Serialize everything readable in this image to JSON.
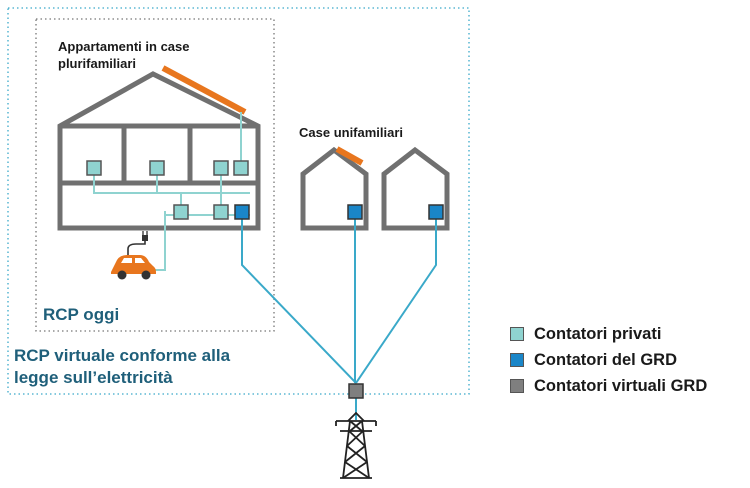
{
  "labels": {
    "apartments": [
      "Appartamenti in case",
      "plurifamiliari"
    ],
    "single_homes": "Case unifamiliari",
    "rcp_today": "RCP oggi",
    "rcp_virtual": [
      "RCP virtuale conforme alla",
      "legge sull’elettricità"
    ]
  },
  "legend": [
    {
      "label": "Contatori privati",
      "color": "#8fd3d0",
      "icon": "private-meter-swatch"
    },
    {
      "label": "Contatori del GRD",
      "color": "#1a86c8",
      "icon": "grd-meter-swatch"
    },
    {
      "label": "Contatori virtuali GRD",
      "color": "#7f7f7f",
      "icon": "virtual-grd-meter-swatch"
    }
  ],
  "colors": {
    "building": "#707070",
    "line": "#3aa9c9",
    "roof_solar": "#e8761e",
    "dotted_border": "#3aa9c9",
    "car": "#e8761e"
  }
}
